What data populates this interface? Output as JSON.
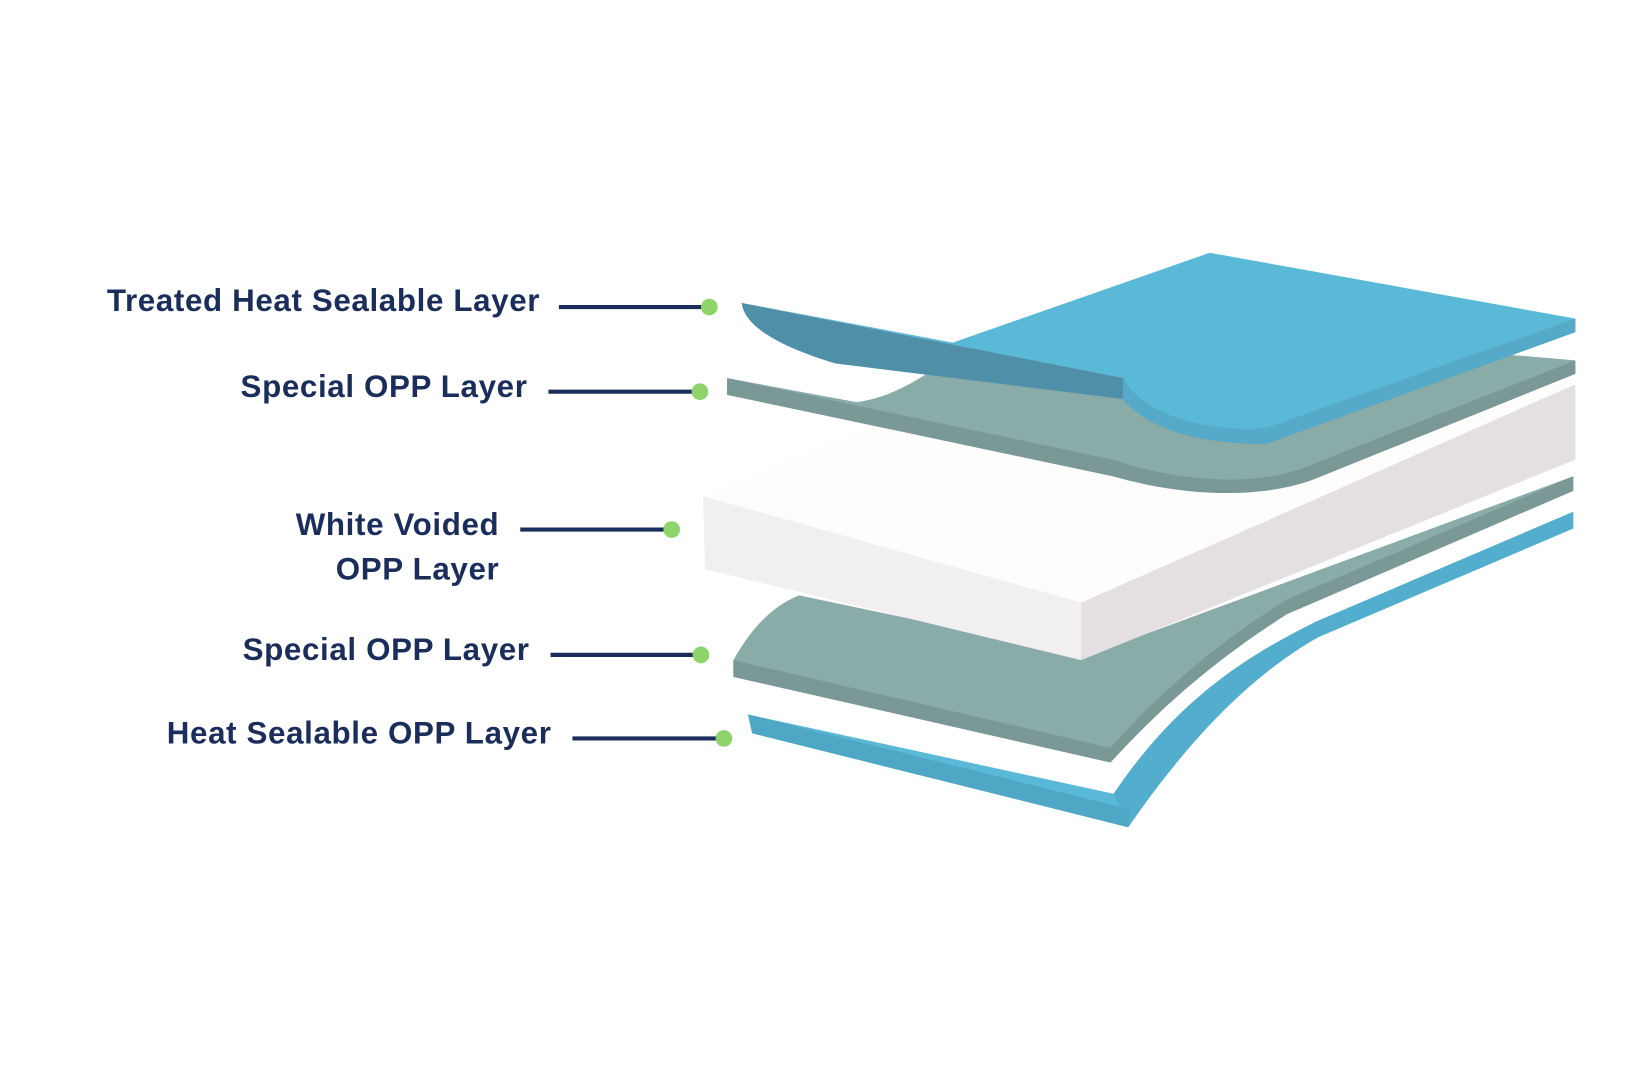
{
  "diagram": {
    "labels": [
      {
        "text": "Treated Heat Sealable Layer"
      },
      {
        "text": "Special OPP Layer"
      },
      {
        "line1": "White Voided",
        "line2": "OPP Layer"
      },
      {
        "text": "Special OPP Layer"
      },
      {
        "text": "Heat Sealable OPP Layer"
      }
    ],
    "colors": {
      "label_text": "#1b2d5a",
      "dot": "#8ed46a",
      "blue_layer": "#59b9d6",
      "gray_layer": "#8aaca9",
      "white_layer": "#fdfdfc"
    }
  }
}
